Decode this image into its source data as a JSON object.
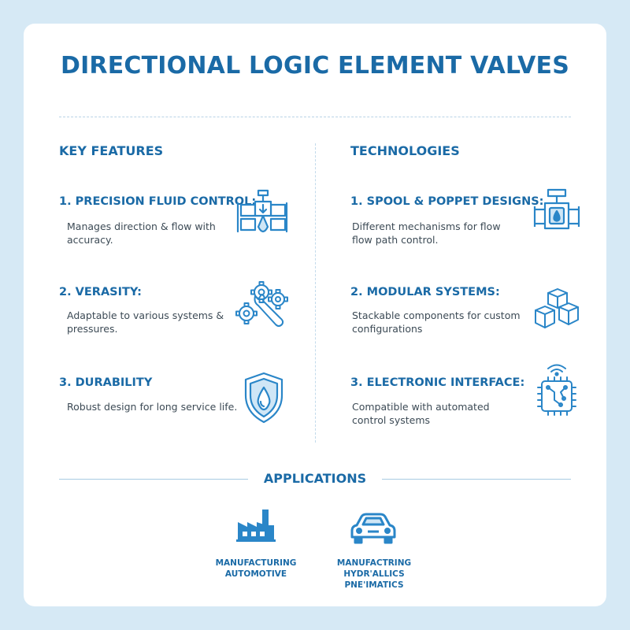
{
  "title": "DIRECTIONAL LOGIC ELEMENT VALVES",
  "features": {
    "heading": "KEY FEATURES",
    "items": [
      {
        "title": "1. PRECISION FLUID CONTROL:",
        "desc": "Manages direction & flow with accuracy.",
        "icon": "valve-flow-icon"
      },
      {
        "title": "2. VERASITY:",
        "desc": "Adaptable to various systems & pressures.",
        "icon": "gears-wrench-icon"
      },
      {
        "title": "3. DURABILITY",
        "desc": "Robust design for long service life.",
        "icon": "shield-drop-icon"
      }
    ]
  },
  "technologies": {
    "heading": "TECHNOLOGIES",
    "items": [
      {
        "title": "1. SPOOL & POPPET DESIGNS:",
        "desc": "Different mechanisms for flow flow path control.",
        "icon": "poppet-valve-icon"
      },
      {
        "title": "2. MODULAR SYSTEMS:",
        "desc": "Stackable components for custom configurations",
        "icon": "cubes-icon"
      },
      {
        "title": "3. ELECTRONIC INTERFACE:",
        "desc": "Compatible with automated control systems",
        "icon": "circuit-chip-icon"
      }
    ]
  },
  "applications": {
    "heading": "APPLICATIONS",
    "items": [
      {
        "lines": [
          "MANUFACTURING",
          "AUTOMOTIVE"
        ],
        "icon": "factory-icon"
      },
      {
        "lines": [
          "MANUFACTRING",
          "HYDR'ALLICS",
          "PNE'IMATICS"
        ],
        "icon": "car-icon"
      }
    ]
  },
  "colors": {
    "accent": "#1a6aa6",
    "icon": "#2a86c8",
    "icon_fill": "#cfe6f6",
    "background": "#d6e9f5"
  }
}
